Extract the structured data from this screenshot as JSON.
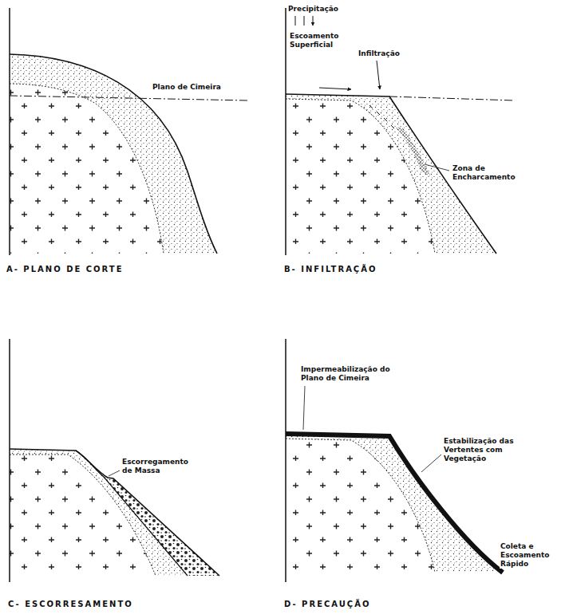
{
  "diagram": {
    "labels": [
      "Plano de Cimeira",
      "A- PLANO DE CORTE",
      "Precipitação",
      "Escoamento Superficial",
      "Infiltração",
      "Zona de Encharcamento",
      "B- INFILTRAÇÃO",
      "Escorregamento de Massa",
      "C- ESCORRESAMENTO",
      "Impermeabilização do Plano de Cimeira",
      "Estabilização das Vertentes com Vegetação",
      "Coleta e Escoamento Rápido",
      "D- PRECAUÇÃO"
    ]
  }
}
